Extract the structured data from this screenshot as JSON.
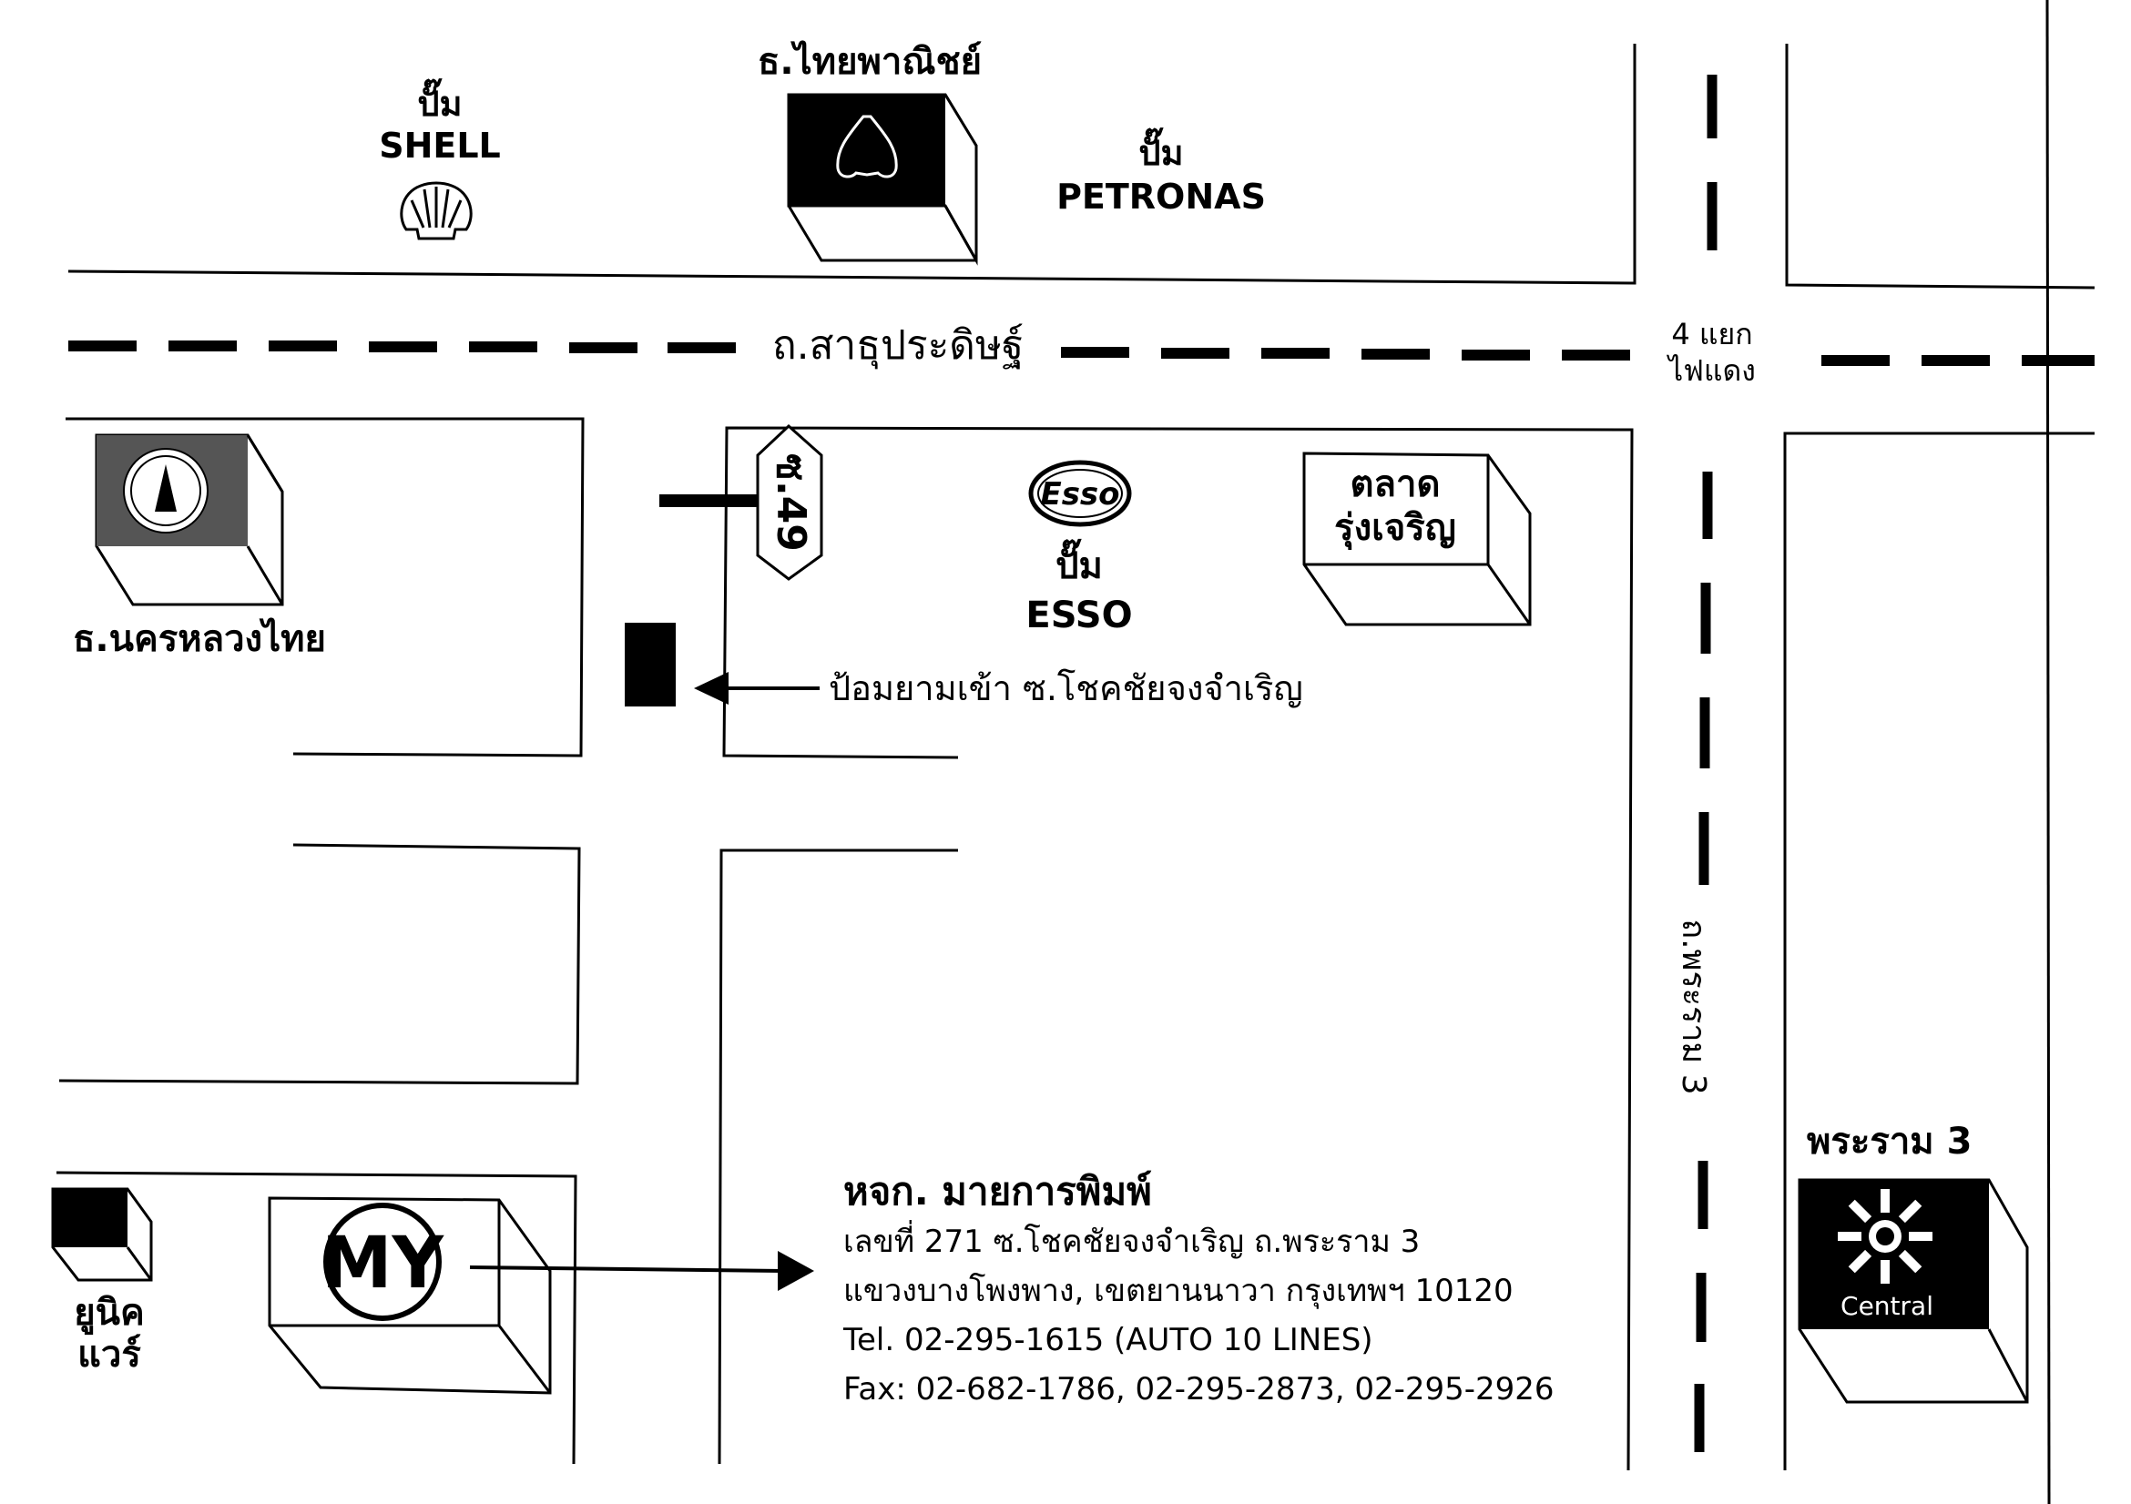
{
  "landmarks": {
    "shell": {
      "line1": "ปั๊ม",
      "line2": "SHELL"
    },
    "scb": {
      "name": "ธ.ไทยพาณิชย์"
    },
    "petronas": {
      "line1": "ปั๊ม",
      "line2": "PETRONAS"
    },
    "krungthai": {
      "name": "ธ.นครหลวงไทย"
    },
    "esso": {
      "logo_text": "Esso",
      "line1": "ปั๊ม",
      "line2": "ESSO"
    },
    "market": {
      "line1": "ตลาด",
      "line2": "รุ่งเจริญ"
    },
    "unique": {
      "line1": "ยูนิค",
      "line2": "แวร์"
    },
    "rama3_mall": {
      "name": "พระราม 3",
      "logo_text": "Central"
    },
    "my_logo": {
      "text": "MY"
    }
  },
  "roads": {
    "sathupradit": "ถ.สาธุประดิษฐ์",
    "intersection_line1": "4 แยก",
    "intersection_line2": "ไฟแดง",
    "soi49": "ซ.49",
    "rama3_road": "ถ.พระราม 3"
  },
  "guard_post": "ป้อมยามเข้า  ซ.โชคชัยจงจำเริญ",
  "company": {
    "name": "หจก. มายการพิมพ์",
    "address1": "เลขที่ 271 ซ.โชคชัยจงจำเริญ ถ.พระราม 3",
    "address2": "แขวงบางโพงพาง, เขตยานนาวา กรุงเทพฯ 10120",
    "tel": "Tel. 02-295-1615 (AUTO 10 LINES)",
    "fax": "Fax: 02-682-1786, 02-295-2873, 02-295-2926"
  },
  "colors": {
    "ink": "#000000",
    "paper": "#ffffff",
    "bank_fill": "#555555"
  }
}
